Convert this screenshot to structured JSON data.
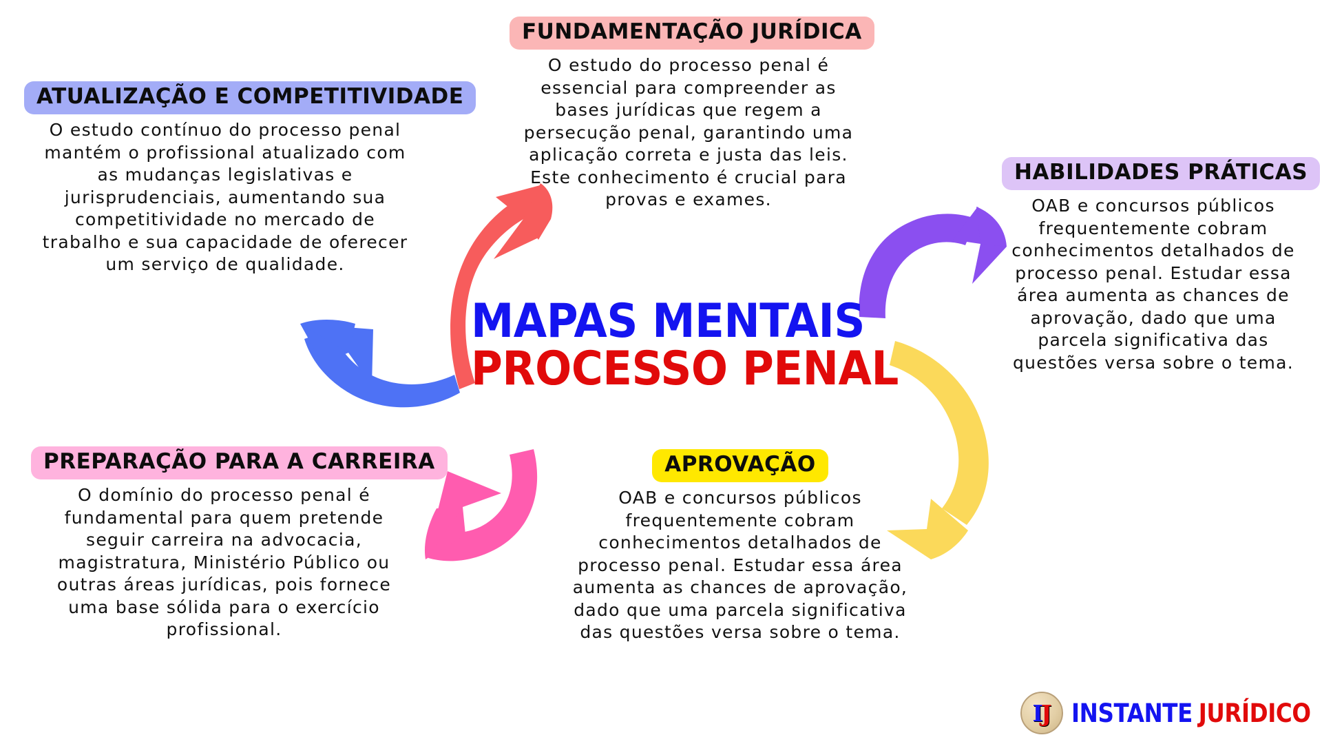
{
  "center": {
    "line1": "MAPAS MENTAIS",
    "line2": "PROCESSO PENAL",
    "color1": "#1414F0",
    "color2": "#E10A0A"
  },
  "blocks": [
    {
      "id": "fundamentacao-juridica",
      "title": "FUNDAMENTAÇÃO JURÍDICA",
      "chip_color": "#FBB6B6",
      "body": "O estudo do processo penal é essencial para compreender as bases jurídicas que regem a persecução penal, garantindo uma aplicação correta e justa das leis. Este conhecimento é crucial para provas e exames."
    },
    {
      "id": "atualizacao-e-competitividade",
      "title": "ATUALIZAÇÃO E COMPETITIVIDADE",
      "chip_color": "#A3ACF7",
      "body": "O estudo contínuo do processo penal mantém o profissional atualizado com as mudanças legislativas e jurisprudenciais, aumentando sua competitividade no mercado de trabalho e sua capacidade de oferecer um serviço de qualidade."
    },
    {
      "id": "habilidades-praticas",
      "title": "HABILIDADES PRÁTICAS",
      "chip_color": "#DDC4F7",
      "body": "OAB e concursos públicos frequentemente cobram conhecimentos detalhados de processo penal. Estudar essa área aumenta as chances de aprovação, dado que uma parcela significativa das questões versa sobre o tema."
    },
    {
      "id": "aprovacao",
      "title": "APROVAÇÃO",
      "chip_color": "#FFE800",
      "body": "OAB e concursos públicos frequentemente cobram conhecimentos detalhados de processo penal. Estudar essa área aumenta as chances de aprovação, dado que uma parcela significativa das questões versa sobre o tema."
    },
    {
      "id": "preparacao-para-a-carreira",
      "title": "PREPARAÇÃO PARA A CARREIRA",
      "chip_color": "#FFB3DE",
      "body": "O domínio do processo penal é fundamental para quem pretende seguir carreira na advocacia, magistratura, Ministério Público ou outras áreas jurídicas, pois fornece uma base sólida para o exercício profissional."
    }
  ],
  "arrows": [
    {
      "id": "arrow-red-up-right",
      "color": "#F75C5C"
    },
    {
      "id": "arrow-purple-right",
      "color": "#8B4FF0"
    },
    {
      "id": "arrow-yellow-down",
      "color": "#FBD95A"
    },
    {
      "id": "arrow-pink-left",
      "color": "#FF5CAF"
    },
    {
      "id": "arrow-blue-up-left",
      "color": "#4E72F5"
    }
  ],
  "logo": {
    "monogram_i": "I",
    "monogram_j": "J",
    "word1": "INSTANTE",
    "word2": "JURÍDICO",
    "color1": "#1414F0",
    "color2": "#E10A0A"
  }
}
